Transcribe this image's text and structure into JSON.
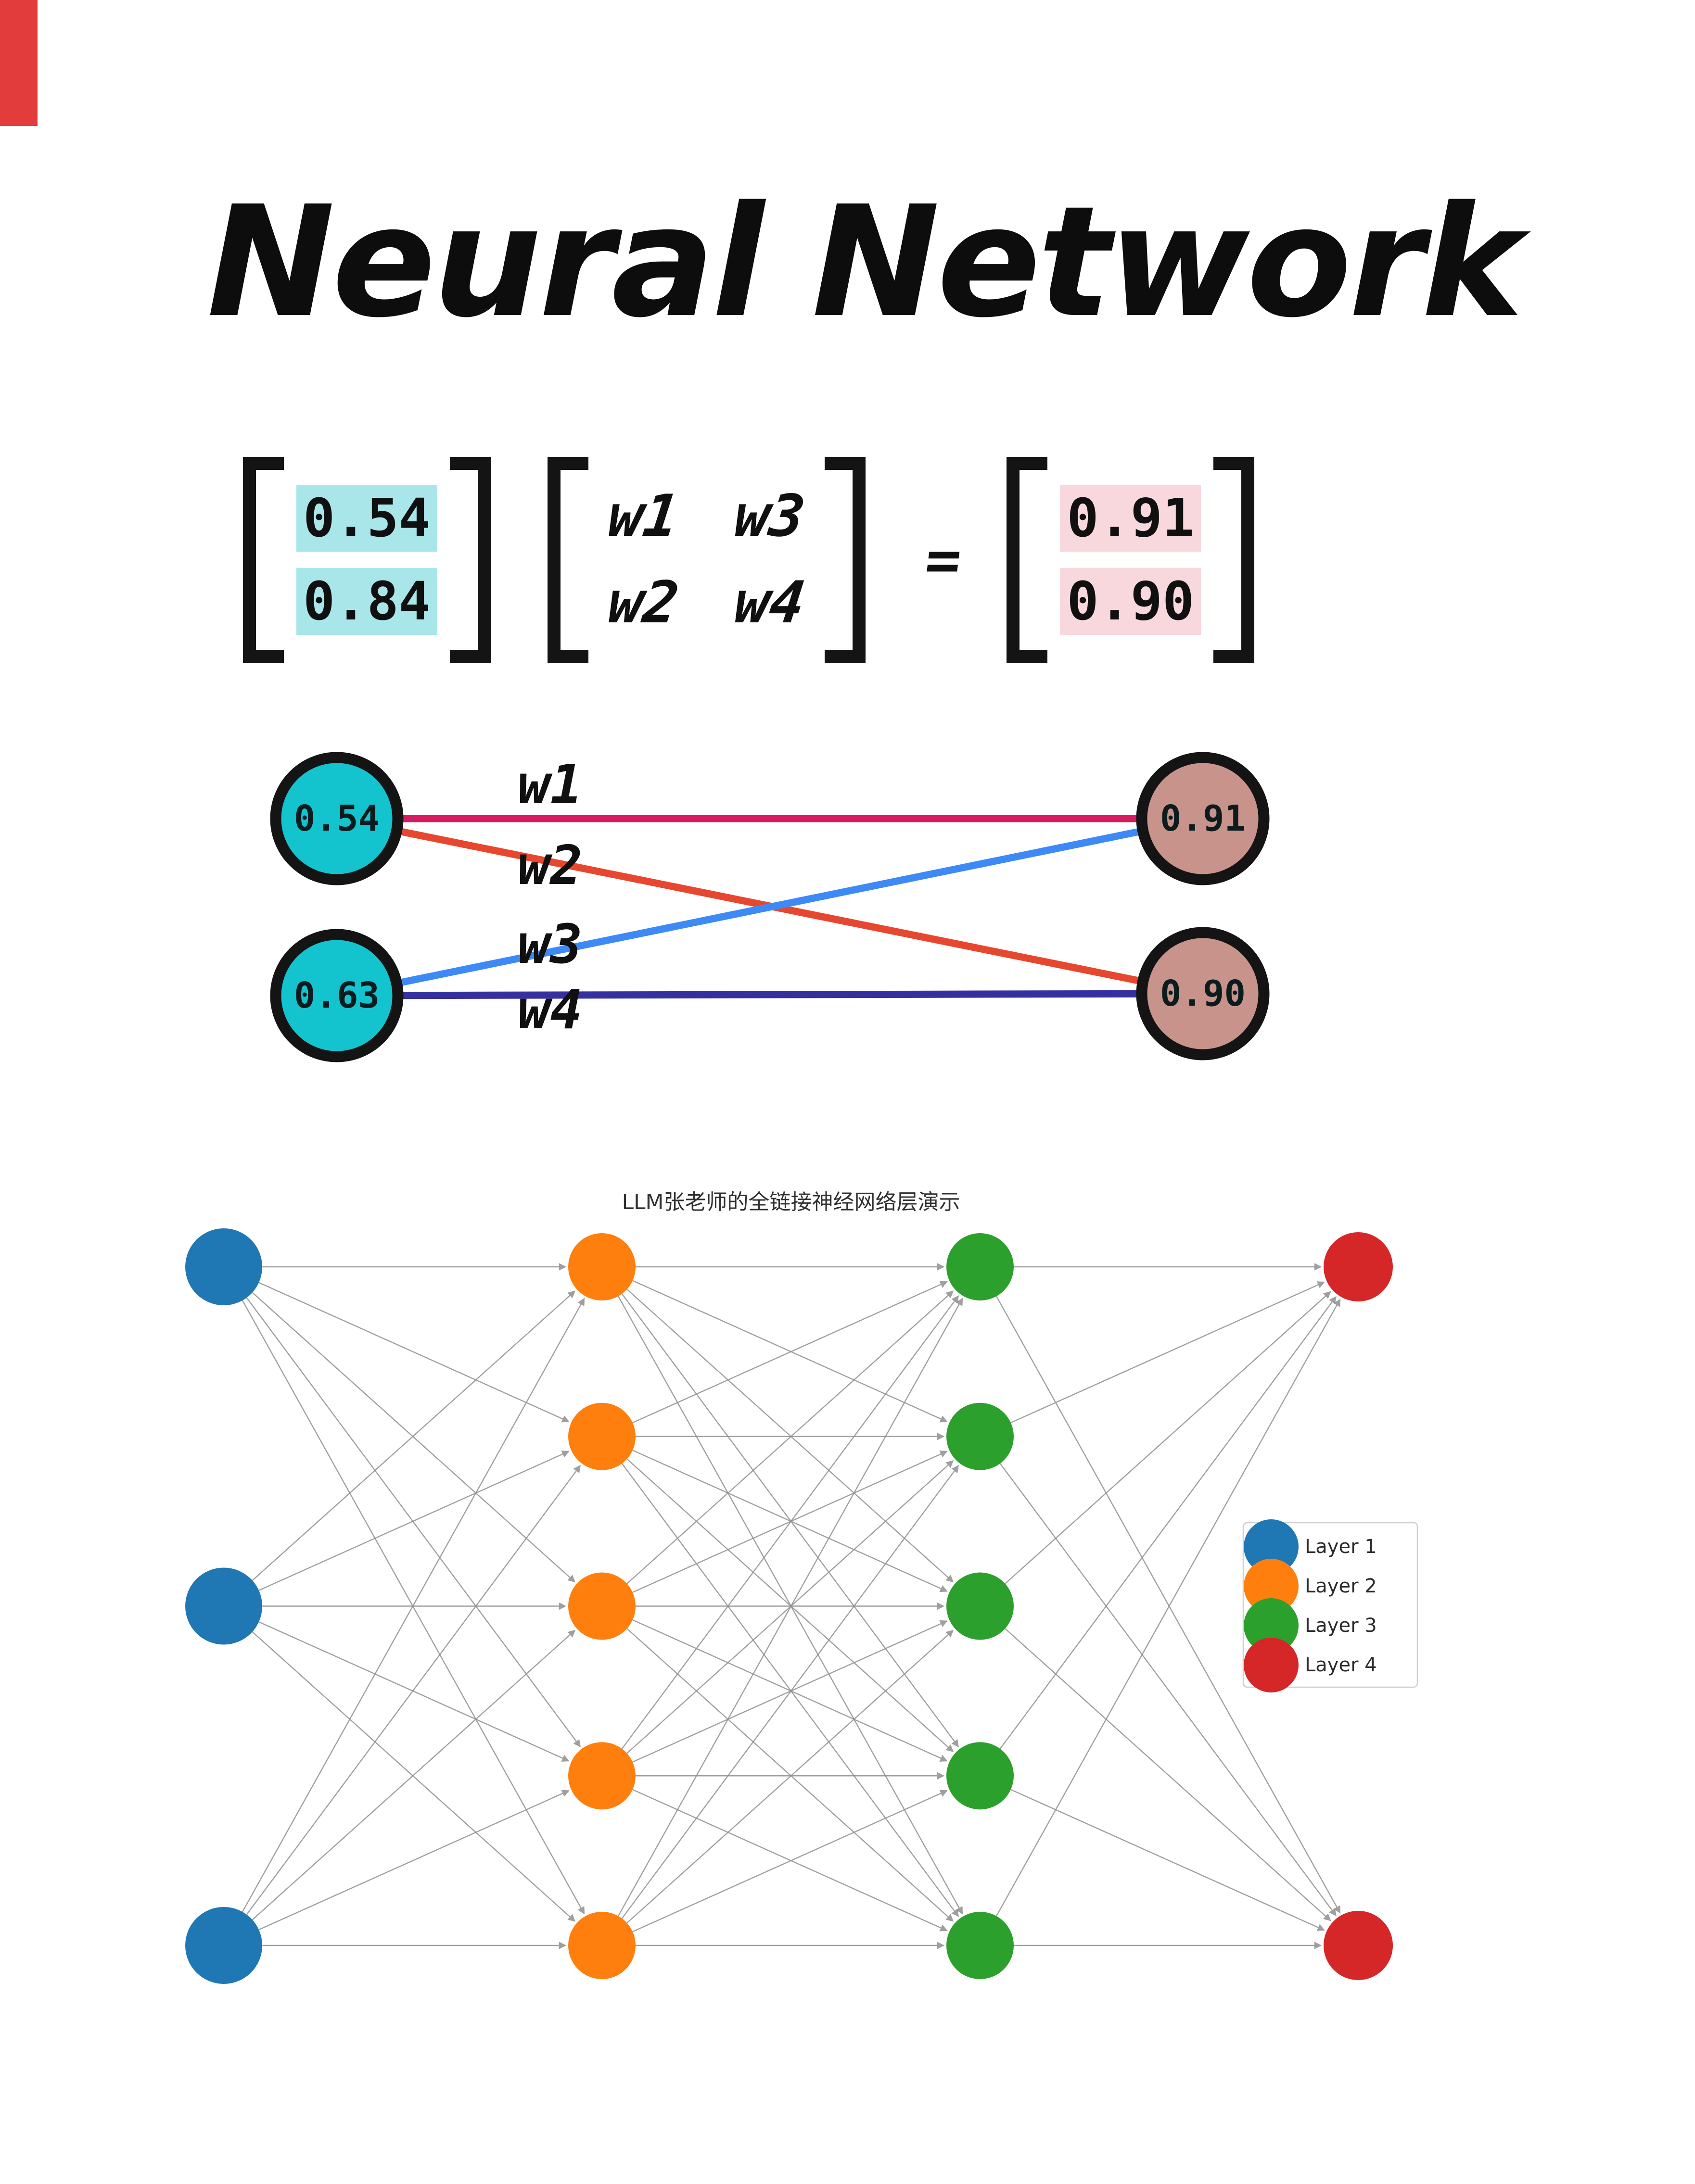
{
  "page": {
    "title": "Neural Network",
    "accent_red": "#e23c3c"
  },
  "equation": {
    "input_vector": [
      "0.54",
      "0.84"
    ],
    "weight_matrix": [
      [
        "w1",
        "w3"
      ],
      [
        "w2",
        "w4"
      ]
    ],
    "equals": "=",
    "output_vector": [
      "0.91",
      "0.90"
    ],
    "input_highlight": "#a9e6ea",
    "output_highlight": "#f8d8dc"
  },
  "diagram": {
    "input_nodes": [
      "0.54",
      "0.63"
    ],
    "output_nodes": [
      "0.91",
      "0.90"
    ],
    "input_fill": "#13c3ce",
    "output_fill": "#c7938a",
    "node_stroke": "#141414",
    "weights": [
      {
        "label": "w1",
        "from": 0,
        "to": 0,
        "color": "#d81b60"
      },
      {
        "label": "w2",
        "from": 0,
        "to": 1,
        "color": "#e8472f"
      },
      {
        "label": "w3",
        "from": 1,
        "to": 0,
        "color": "#3d8af7"
      },
      {
        "label": "w4",
        "from": 1,
        "to": 1,
        "color": "#35309f"
      }
    ]
  },
  "chart_data": {
    "type": "network",
    "title": "LLM张老师的全链接神经网络层演示",
    "layers": [
      {
        "name": "Layer 1",
        "color": "#1f77b4",
        "nodes": 3,
        "r": 80
      },
      {
        "name": "Layer 2",
        "color": "#ff7f0e",
        "nodes": 5,
        "r": 70
      },
      {
        "name": "Layer 3",
        "color": "#2ca02c",
        "nodes": 5,
        "r": 70
      },
      {
        "name": "Layer 4",
        "color": "#d62728",
        "nodes": 2,
        "r": 72
      }
    ],
    "layer_sizes": [
      3,
      5,
      5,
      2
    ],
    "fully_connected": true,
    "edge_color": "#8f8f8f",
    "legend_entries": [
      "Layer 1",
      "Layer 2",
      "Layer 3",
      "Layer 4"
    ],
    "legend_position": "center right"
  }
}
